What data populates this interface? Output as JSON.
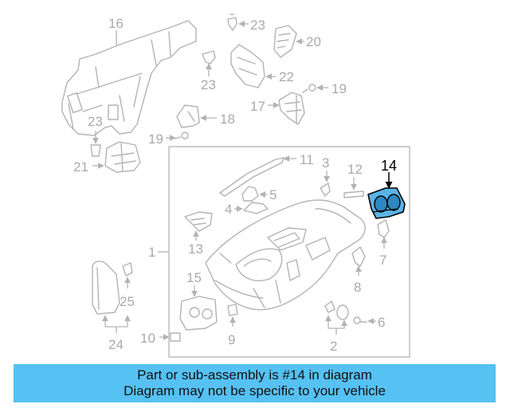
{
  "diagram": {
    "callouts": [
      "16",
      "23",
      "20",
      "23",
      "22",
      "19",
      "18",
      "17",
      "23",
      "19",
      "21",
      "11",
      "3",
      "12",
      "14",
      "5",
      "4",
      "13",
      "7",
      "1",
      "8",
      "15",
      "25",
      "6",
      "24",
      "10",
      "9",
      "2"
    ],
    "highlighted_part": "14",
    "colors": {
      "highlight_fill": "#5ab4e8",
      "line_gray": "#b3b3b3",
      "label_gray": "#aaaaaa",
      "banner_bg": "#56c1f3"
    }
  },
  "banner": {
    "line1": "Part or sub-assembly is #14 in diagram",
    "line2": "Diagram may not be specific to your vehicle"
  }
}
